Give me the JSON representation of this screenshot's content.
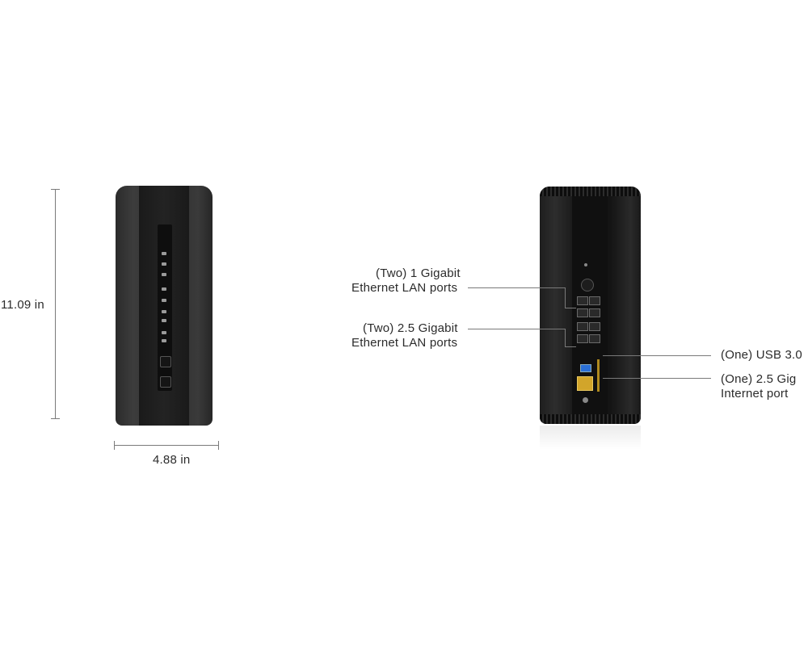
{
  "dimensions": {
    "height": "11.09 in",
    "width": "4.88 in"
  },
  "callouts": {
    "lan_1g_line1": "(Two) 1 Gigabit",
    "lan_1g_line2": "Ethernet LAN ports",
    "lan_25g_line1": "(Two) 2.5 Gigabit",
    "lan_25g_line2": "Ethernet LAN ports",
    "usb": "(One) USB 3.0",
    "wan_line1": "(One) 2.5 Gig",
    "wan_line2": "Internet port"
  },
  "colors": {
    "router_body": "#2f2f2f",
    "usb_port": "#2a6fd6",
    "wan_port": "#d2a52a",
    "callout_line": "#7a7a7a"
  }
}
